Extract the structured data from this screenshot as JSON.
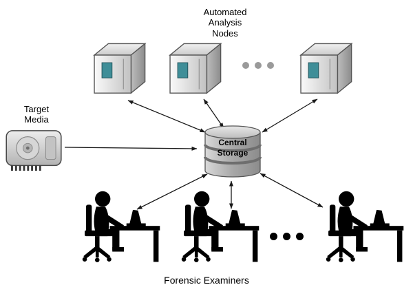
{
  "labels": {
    "analysis_nodes": "Automated\nAnalysis\nNodes",
    "target_media": "Target\nMedia",
    "central_storage": "Central\nStorage",
    "forensic_examiners": "Forensic Examiners"
  },
  "icons": {
    "analysis_node": "server-tower",
    "target_media": "hard-drive",
    "central_storage": "database-cylinder",
    "examiner": "person-at-desk",
    "ellipsis": "three-dots"
  },
  "colors": {
    "server_screen": "#3f8e98",
    "arrow": "#1a1a1a",
    "silhouette": "#000000",
    "dots_top": "#9a9a9a",
    "dots_bottom": "#000000",
    "storage_text": "#000000"
  }
}
